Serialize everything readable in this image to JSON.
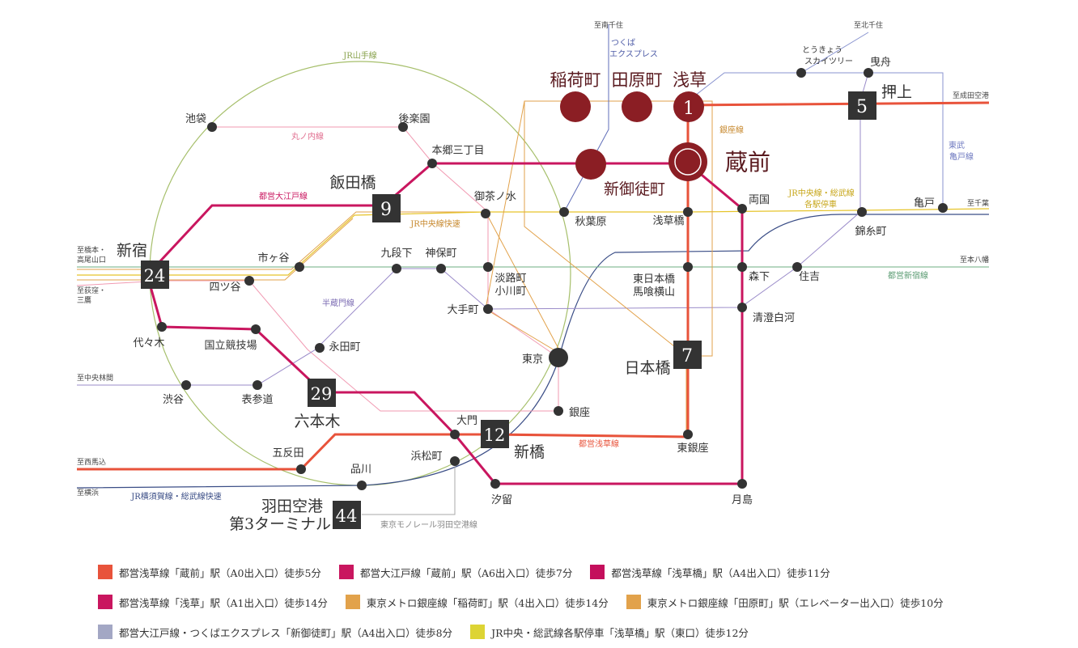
{
  "colors": {
    "yamanote": "#a6bf6b",
    "oedo": "#c9165f",
    "asakusa": "#e8533b",
    "ginza": "#e2a24b",
    "marunouchi": "#f19ab2",
    "hanzomon": "#9a8bc9",
    "sobu_local": "#e6c42a",
    "shinjuku_line": "#6cad82",
    "jr_chuo_rapid": "#e2a24b",
    "tobu": "#8893cf",
    "tsukuba": "#5f6db8",
    "jr_yokosuka": "#3a4d86",
    "monorail": "#aaaaaa",
    "feature_station": "#8b1e24",
    "station_dot": "#333333",
    "box": "#333333"
  },
  "line_labels": {
    "yamanote": "JR山手線",
    "marunouchi": "丸ノ内線",
    "oedo": "都営大江戸線",
    "chuo_rapid": "JR中央線快速",
    "hanzomon": "半蔵門線",
    "ginza": "銀座線",
    "tsukuba_1": "つくば",
    "tsukuba_2": "エクスプレス",
    "tobu_1": "東武",
    "tobu_2": "亀戸線",
    "sobu_1": "JR中央線・総武線",
    "sobu_2": "各駅停車",
    "shinjuku": "都営新宿線",
    "asakusa": "都営浅草線",
    "yokosuka": "JR横須賀線・総武線快速",
    "monorail": "東京モノレール羽田空港線"
  },
  "directions": {
    "minami_senju": "至南千住",
    "kita_senju": "至北千住",
    "narita": "至成田空港",
    "chiba": "至千葉",
    "motoyawata": "至本八幡",
    "hashimoto_1": "至橋本・",
    "hashimoto_2": "高尾山口",
    "ogikubo_1": "至荻窪・",
    "ogikubo_2": "三鷹",
    "chuo_rinkan": "至中央林間",
    "nishi_magome": "至西馬込",
    "yokohama": "至横浜"
  },
  "stations": {
    "ikebukuro": "池袋",
    "korakuen": "後楽園",
    "hongo": "本郷三丁目",
    "iidabashi": "飯田橋",
    "ochanomizu": "御茶ノ水",
    "akihabara": "秋葉原",
    "asakusabashi": "浅草橋",
    "ryogoku": "両国",
    "kameido": "亀戸",
    "kinshicho": "錦糸町",
    "oshiage": "押上",
    "hikifune": "曳舟",
    "skytree_1": "とうきょう",
    "skytree_2": "スカイツリー",
    "inaricho": "稲荷町",
    "tawaramachi": "田原町",
    "asakusa": "浅草",
    "kuramae": "蔵前",
    "shin_okachimachi": "新御徒町",
    "shinjuku": "新宿",
    "yotsuya": "四ツ谷",
    "ichigaya": "市ヶ谷",
    "kudanshita": "九段下",
    "jimbocho": "神保町",
    "awajicho_1": "淡路町",
    "awajicho_2": "小川町",
    "otemachi": "大手町",
    "higashi_nihombashi_1": "東日本橋",
    "higashi_nihombashi_2": "馬喰横山",
    "morishita": "森下",
    "sumiyoshi": "住吉",
    "kiyosumi": "清澄白河",
    "nihombashi": "日本橋",
    "tokyo": "東京",
    "yoyogi": "代々木",
    "kokuritsu": "国立競技場",
    "nagatacho": "永田町",
    "shibuya": "渋谷",
    "omotesando": "表参道",
    "roppongi": "六本木",
    "ginza": "銀座",
    "daimon": "大門",
    "shimbashi": "新橋",
    "higashi_ginza": "東銀座",
    "gotanda": "五反田",
    "shinagawa": "品川",
    "hamamatsucho": "浜松町",
    "shiodome": "汐留",
    "tsukishima": "月島",
    "haneda_1": "羽田空港",
    "haneda_2": "第3ターミナル"
  },
  "minutes": {
    "asakusa": "1",
    "oshiage": "5",
    "iidabashi": "9",
    "nihombashi": "7",
    "shinjuku": "24",
    "roppongi": "29",
    "shimbashi": "12",
    "haneda": "44"
  },
  "legend": [
    {
      "color": "#e8533b",
      "text": "都営浅草線「蔵前」駅（A0出入口）徒歩5分"
    },
    {
      "color": "#c9165f",
      "text": "都営大江戸線「蔵前」駅（A6出入口）徒歩7分"
    },
    {
      "color": "#c40f5c",
      "text": "都営浅草線「浅草橋」駅（A4出入口）徒歩11分"
    },
    {
      "color": "#c9165f",
      "text": "都営浅草線「浅草」駅（A1出入口）徒歩14分"
    },
    {
      "color": "#e2a24b",
      "text": "東京メトロ銀座線「稲荷町」駅（4出入口）徒歩14分"
    },
    {
      "color": "#e2a24b",
      "text": "東京メトロ銀座線「田原町」駅（エレベーター出入口）徒歩10分"
    },
    {
      "color": "#a3a7c4",
      "text": "都営大江戸線・つくばエクスプレス「新御徒町」駅（A4出入口）徒歩8分"
    },
    {
      "color": "#ddd434",
      "text": "JR中央・総武線各駅停車「浅草橋」駅（東口）徒歩12分"
    }
  ]
}
